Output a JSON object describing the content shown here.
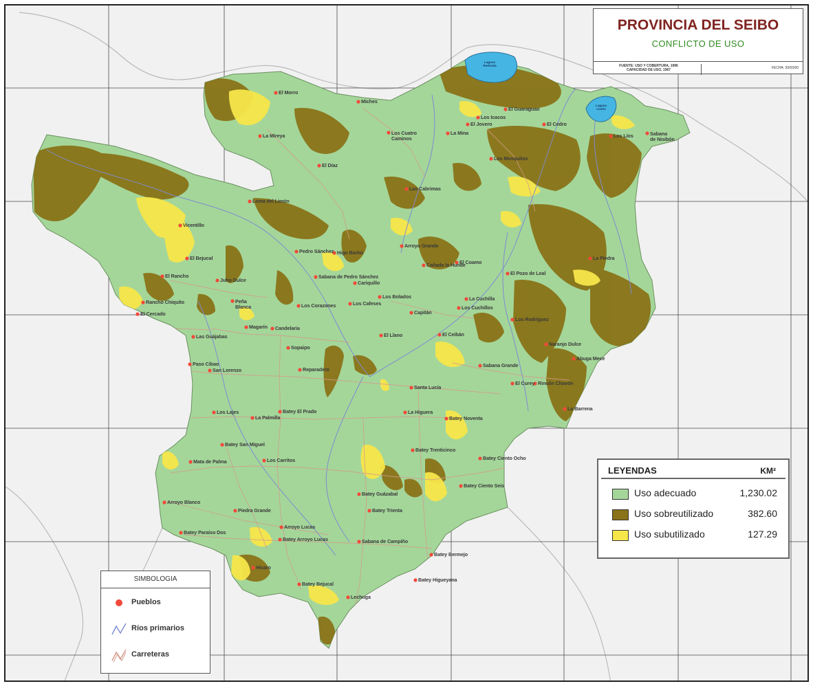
{
  "title": {
    "main": "PROVINCIA DEL SEIBO",
    "sub": "CONFLICTO DE USO",
    "source": "FUENTE: USO Y COBERTURA, 1996\nCAPACIDAD DE USO, 1967",
    "date": "FECHA: 30/03/00"
  },
  "colors": {
    "uso_adecuado": "#a4d69a",
    "uso_sobreutilizado": "#8a7318",
    "uso_subutilizado": "#f7e64a",
    "water": "#45b6e3",
    "town": "#f2493a",
    "river": "#7e8bd0",
    "road": "#d49a8a",
    "background": "#f1f1f1"
  },
  "lagoons": [
    "Laguna\nRedonda",
    "Laguna\nLimón"
  ],
  "legend": {
    "title": "LEYENDAS",
    "unit": "KM²",
    "items": [
      {
        "label": "Uso adecuado",
        "value": "1,230.02",
        "color": "#a4d69a"
      },
      {
        "label": "Uso sobreutilizado",
        "value": "382.60",
        "color": "#8a7318"
      },
      {
        "label": "Uso subutilizado",
        "value": "127.29",
        "color": "#f7e64a"
      }
    ]
  },
  "symbology": {
    "title": "SIMBOLOGIA",
    "items": [
      {
        "label": "Pueblos",
        "icon": "town-dot-icon"
      },
      {
        "label": "Ríos primarios",
        "icon": "river-line-icon"
      },
      {
        "label": "Carreteras",
        "icon": "road-line-icon"
      }
    ]
  },
  "towns": [
    "El Morro",
    "Miches",
    "La Mireya",
    "El Díaz",
    "Los Cuatro\nCaminos",
    "La Mina",
    "El Jovero",
    "Los Icacos",
    "El Guaraguao",
    "El Cedro",
    "Los Líos",
    "Sabana\nde Nisibón",
    "Los Mosquitos",
    "Las Cabrimas",
    "Loma del Limón",
    "Vicentillo",
    "El Bejucal",
    "El Rancho",
    "Juho Dulce",
    "Pedro Sánchez",
    "Higo Barbú",
    "Arroyo Grande",
    "Cañada la Hunde",
    "El Coamo",
    "El Pozo de Leal",
    "La Piedra",
    "Sabana de Pedro Sánchez",
    "Cariquillo",
    "Rancho Chiquito",
    "El Cercado",
    "Peña\nBlanca",
    "Los Corazones",
    "Los Cafeses",
    "Los Bolados",
    "La Cuchilla",
    "Los Cuchillos",
    "Capitán",
    "Los Rodríguez",
    "Las Guájabas",
    "Magarín",
    "Candelaria",
    "El Llano",
    "El Ceibán",
    "Naranjo Dulce",
    "Sopaipo",
    "Abuga Mece",
    "Paso Cibao",
    "San Lorenzo",
    "Reparadero",
    "Sabana Grande",
    "El Curey",
    "Rincón Chavón",
    "Santa Lucía",
    "La Barrena",
    "Los Lajes",
    "La Palmilla",
    "Batey El Prado",
    "La Higuera",
    "Batey Noventa",
    "Batey San Miguel",
    "Los Carritos",
    "Batey Trenticinco",
    "Batey Ciento Ocho",
    "Mata de Palma",
    "Batey Ciento Seis",
    "Arroyo Blanco",
    "Batey Guázabal",
    "Batey Trienta",
    "Piedra Grande",
    "Arroyo Lucas",
    "Batey Paraíso Dos",
    "Batey Arroyo Lucas",
    "Sabana de Campiño",
    "Batey Bermejo",
    "Hicaro",
    "Batey Bejucal",
    "Batey Higueyana",
    "Lechuga"
  ]
}
